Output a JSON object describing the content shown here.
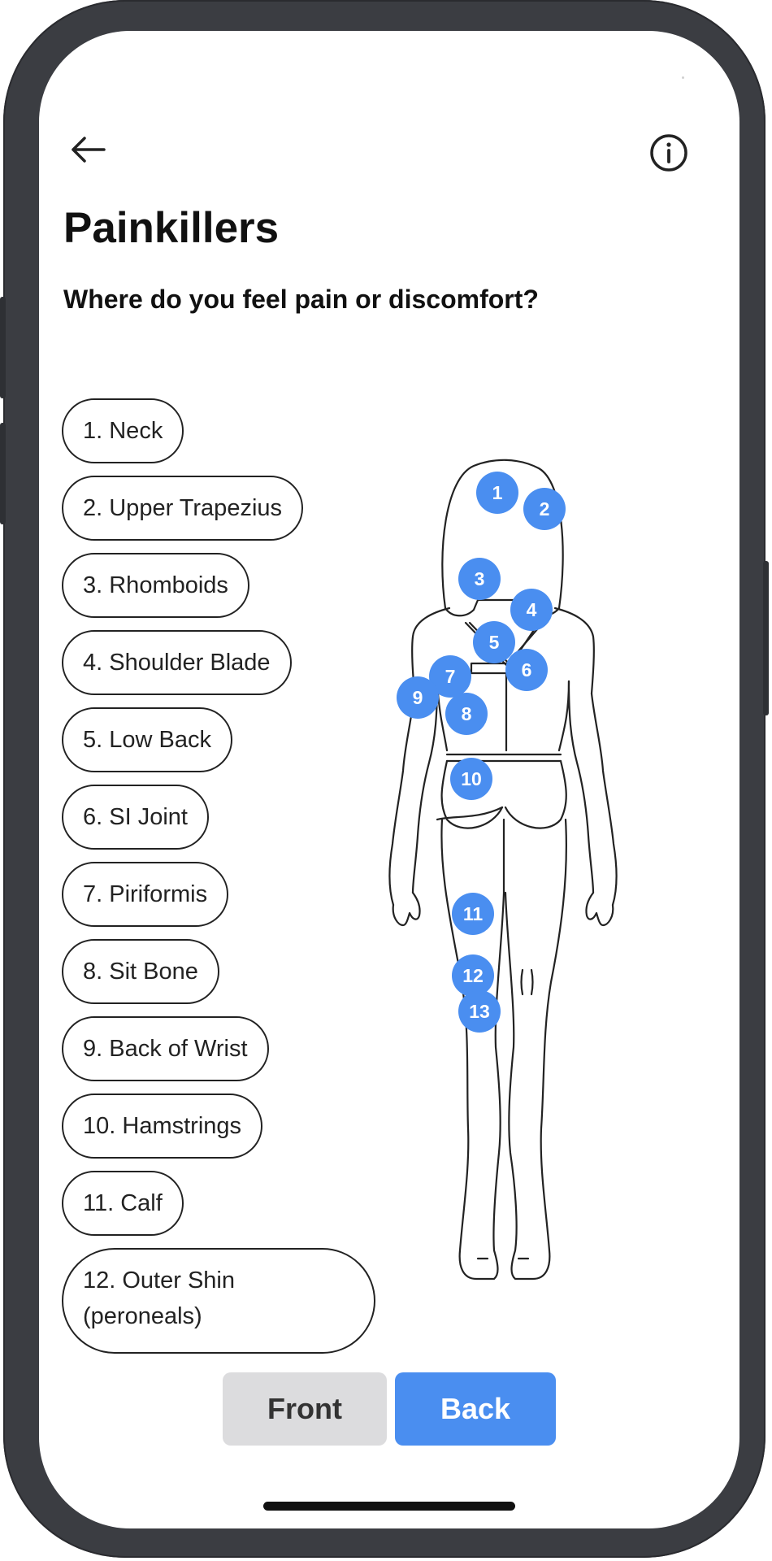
{
  "header": {
    "title": "Painkillers",
    "question": "Where do you feel pain or discomfort?"
  },
  "body_parts": [
    "1. Neck",
    "2. Upper Trapezius",
    "3. Rhomboids",
    "4. Shoulder Blade",
    "5. Low Back",
    "6. SI Joint",
    "7. Piriformis",
    "8. Sit Bone",
    "9. Back of Wrist",
    "10. Hamstrings",
    "11. Calf",
    "12. Outer Shin (peroneals)"
  ],
  "markers": [
    "1",
    "2",
    "3",
    "4",
    "5",
    "6",
    "7",
    "8",
    "9",
    "10",
    "11",
    "12",
    "13"
  ],
  "view_toggle": {
    "front_label": "Front",
    "back_label": "Back",
    "selected": "Back"
  },
  "colors": {
    "accent": "#4a8ef0",
    "inactive_toggle": "#dcdcde"
  },
  "icons": {
    "back": "back-arrow-icon",
    "info": "info-icon"
  }
}
